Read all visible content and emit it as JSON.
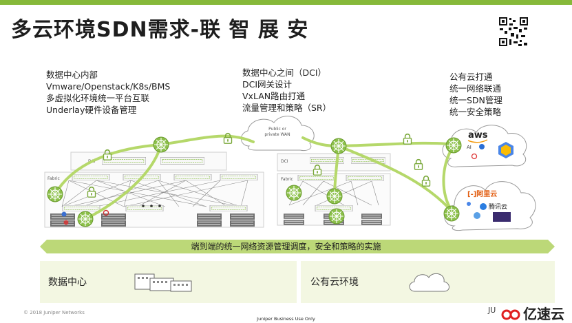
{
  "slide": {
    "title": "多云环境SDN需求-联 智 展 安",
    "accent_color": "#86b93a"
  },
  "columns": {
    "dc_internal": [
      "数据中心内部",
      "Vmware/Openstack/K8s/BMS",
      "多虚拟化环境统一平台互联",
      "Underlay硬件设备管理"
    ],
    "dci": [
      "数据中心之间（DCI）",
      "DCI网关设计",
      "VxLAN路由打通",
      "流量管理和策略（SR）"
    ],
    "public_cloud": [
      "公有云打通",
      "统一网络联通",
      "统一SDN管理",
      "统一安全策略"
    ]
  },
  "diagram": {
    "wan_cloud_label": "Public or private WAN",
    "wan_line1": "Public or",
    "wan_line2": "private WAN",
    "dc1_dci_label": "DCI",
    "dc1_fabric_label": "Fabric",
    "dc2_dci_label": "DCI",
    "dc2_fabric_label": "Fabric",
    "cloud_top": {
      "aws": "aws",
      "ai": "AI"
    },
    "cloud_bottom": {
      "aliyun": "[-]阿里云",
      "tencent": "腾讯云"
    }
  },
  "banner": {
    "text": "端到端的统一网络资源管理调度，安全和策略的实施"
  },
  "panels": {
    "dc_label": "数据中心",
    "cloud_label": "公有云环境"
  },
  "footer": {
    "copyright": "© 2018 Juniper Networks",
    "classification": "Juniper Business Use Only",
    "brand_partial": "JU",
    "watermark": "亿速云"
  },
  "icons": [
    "qr-code-icon",
    "router-icon",
    "padlock-icon",
    "cloud-icon",
    "building-icon",
    "watermark-logo-icon"
  ]
}
